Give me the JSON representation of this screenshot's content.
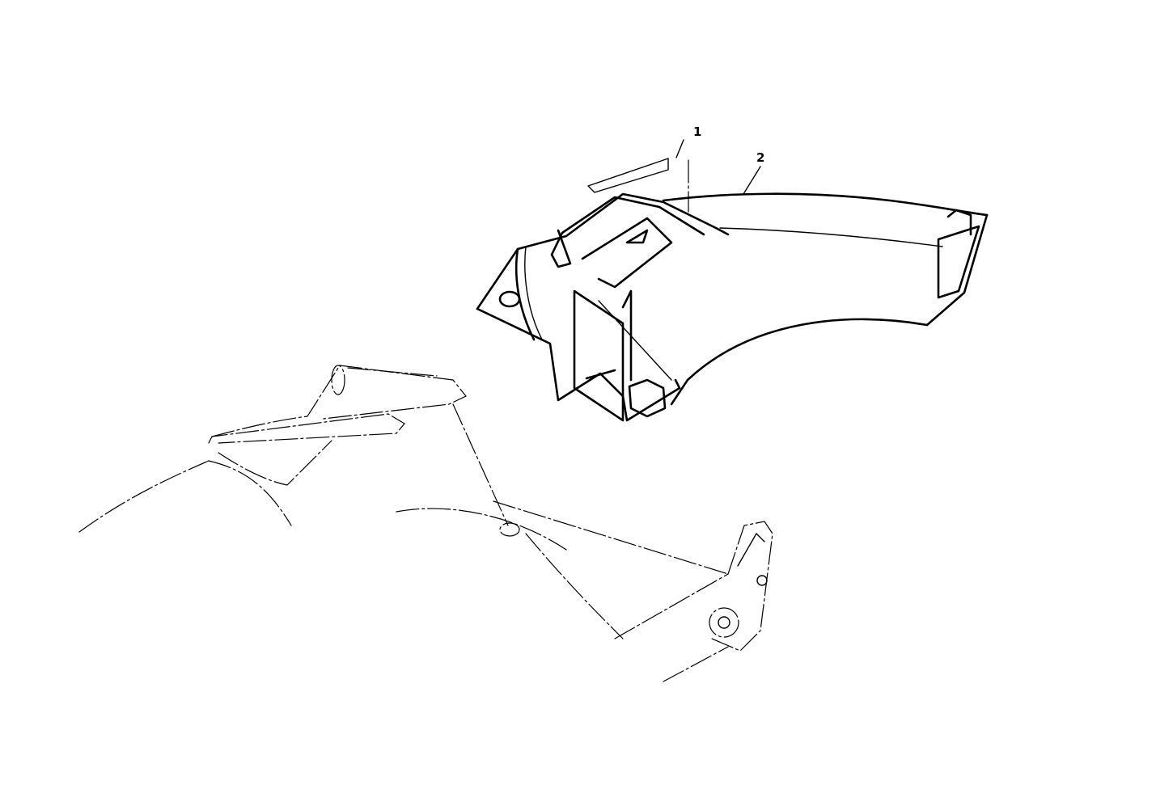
{
  "callouts": [
    {
      "label": "1",
      "part": "decal"
    },
    {
      "label": "2",
      "part": "shield"
    }
  ],
  "colors": {
    "line": "#000000",
    "background": "#ffffff"
  }
}
